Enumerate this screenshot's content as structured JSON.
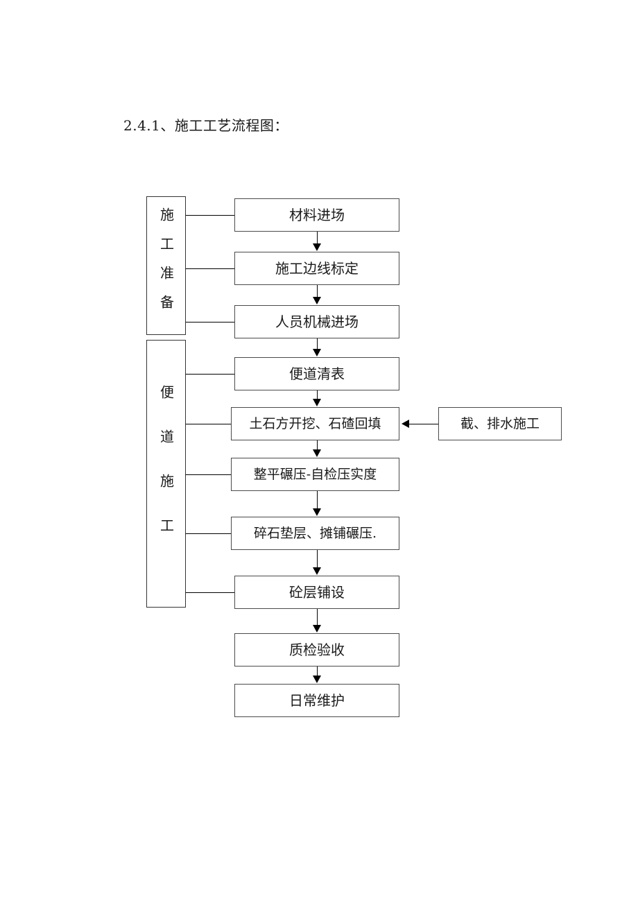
{
  "document": {
    "heading": "2.4.1、施工工艺流程图："
  },
  "flowchart": {
    "phases": [
      {
        "id": "phase-prep",
        "label": "施工准备"
      },
      {
        "id": "phase-road",
        "label": "便道施工"
      }
    ],
    "steps": [
      {
        "id": "step-1",
        "label": "材料进场"
      },
      {
        "id": "step-2",
        "label": "施工边线标定"
      },
      {
        "id": "step-3",
        "label": "人员机械进场"
      },
      {
        "id": "step-4",
        "label": "便道清表"
      },
      {
        "id": "step-5",
        "label": "土石方开挖、石碴回填"
      },
      {
        "id": "step-6",
        "label": "整平碾压-自检压实度"
      },
      {
        "id": "step-7",
        "label": "碎石垫层、摊铺碾压."
      },
      {
        "id": "step-8",
        "label": "砼层铺设"
      },
      {
        "id": "step-9",
        "label": "质检验收"
      },
      {
        "id": "step-10",
        "label": "日常维护"
      }
    ],
    "side_steps": [
      {
        "id": "side-1",
        "label": "截、排水施工"
      }
    ]
  }
}
